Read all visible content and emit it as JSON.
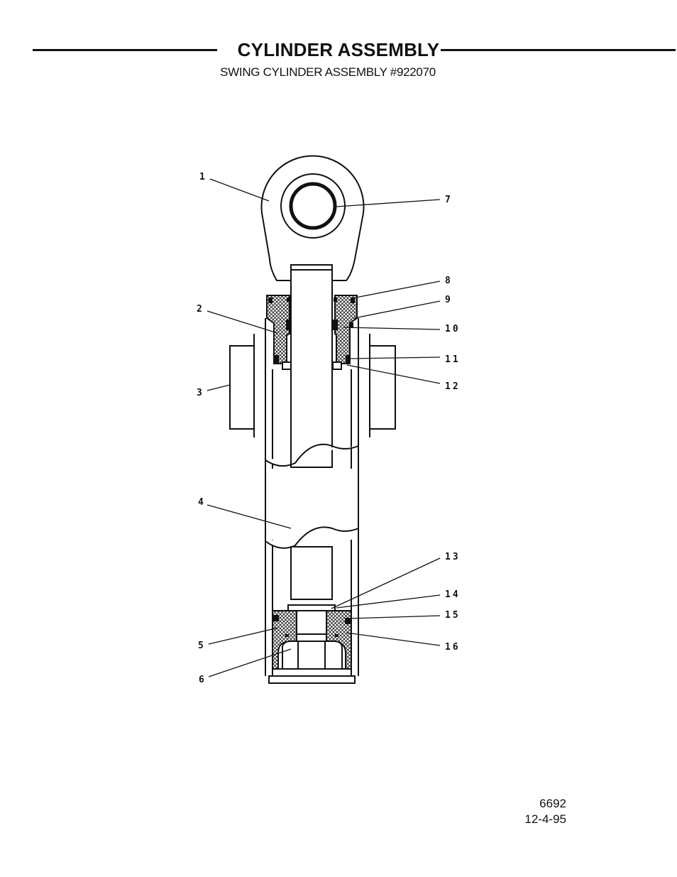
{
  "header": {
    "title": "CYLINDER ASSEMBLY",
    "subtitle": "SWING CYLINDER ASSEMBLY #922070"
  },
  "callouts": {
    "c1": "1",
    "c2": "2",
    "c3": "3",
    "c4": "4",
    "c5": "5",
    "c6": "6",
    "c7": "7",
    "c8": "8",
    "c9": "9",
    "c10": "10",
    "c11": "11",
    "c12": "12",
    "c13": "13",
    "c14": "14",
    "c15": "15",
    "c16": "16"
  },
  "footer": {
    "drawing_number": "6692",
    "date": "12-4-95"
  }
}
